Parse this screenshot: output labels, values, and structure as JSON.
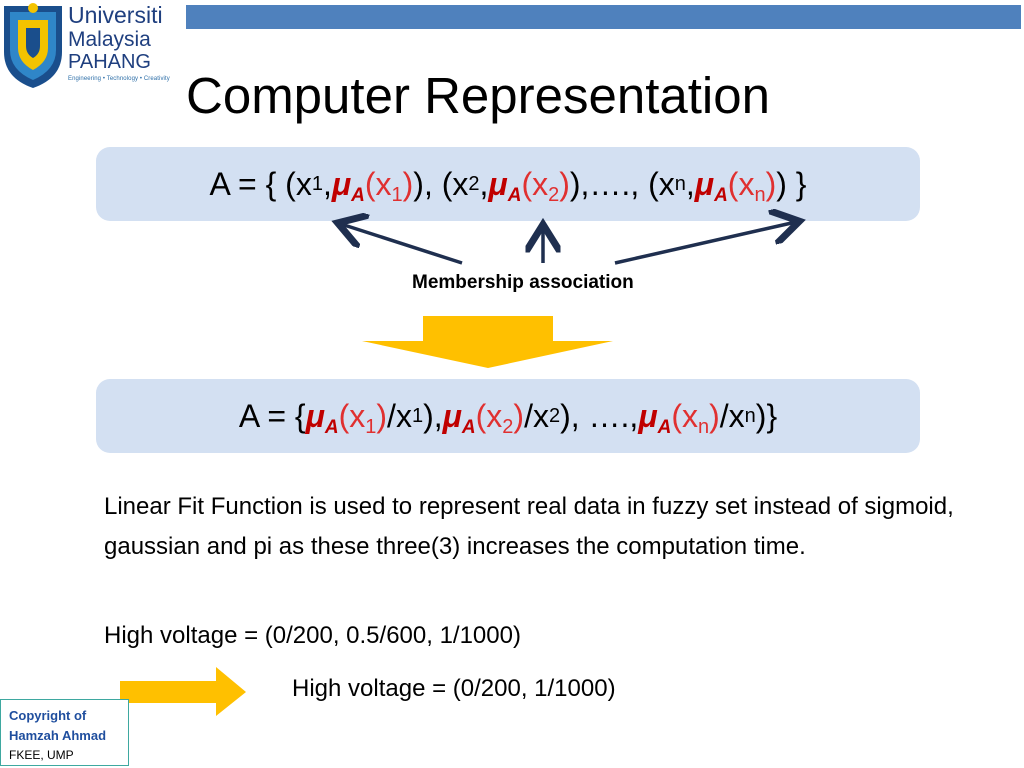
{
  "header": {
    "logo": {
      "line1": "Universiti",
      "line2": "Malaysia",
      "line3": "PAHANG",
      "tagline": "Engineering • Technology • Creativity"
    },
    "title": "Computer Representation"
  },
  "formula1": {
    "prefix": "A = { (x",
    "mu": "μ",
    "mu_sub": "A",
    "one": "1",
    "two": "2",
    "n": "n",
    "ellipsis": "),…., (x"
  },
  "annotation": "Membership association",
  "formula2": {
    "prefix": "A = { ",
    "mu": "μ",
    "mu_sub": "A",
    "one": "1",
    "two": "2",
    "n": "n",
    "ellipsis": "), …., "
  },
  "body": {
    "paragraph": "Linear Fit Function is used to represent real data in fuzzy set instead of sigmoid, gaussian and pi as these three(3) increases the computation time.",
    "line1": "High voltage = (0/200, 0.5/600, 1/1000)",
    "line2": "High voltage = (0/200, 1/1000)"
  },
  "footer": {
    "copyright_line1": "Copyright of",
    "copyright_line2": "Hamzah Ahmad",
    "affiliation": "FKEE, UMP"
  },
  "colors": {
    "top_bar": "#4f81bd",
    "formula_box": "#d3e0f2",
    "highlight_red": "#e03030",
    "mu_red": "#c00000",
    "arrow_navy": "#1f2f4f",
    "arrow_yellow": "#ffc000"
  }
}
